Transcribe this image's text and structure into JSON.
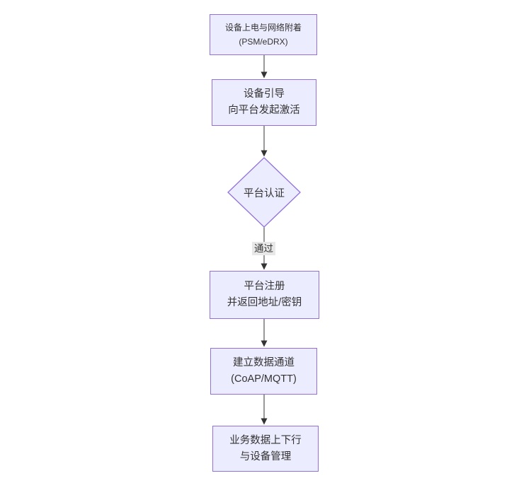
{
  "diagram": {
    "type": "flowchart",
    "direction": "top-down",
    "nodes": [
      {
        "id": "power-on",
        "shape": "rect",
        "lines": [
          "设备上电与网络附着",
          "(PSM/eDRX)"
        ]
      },
      {
        "id": "bootstrap",
        "shape": "rect",
        "lines": [
          "设备引导",
          "向平台发起激活"
        ]
      },
      {
        "id": "platform-auth",
        "shape": "diamond",
        "lines": [
          "平台认证"
        ]
      },
      {
        "id": "platform-register",
        "shape": "rect",
        "lines": [
          "平台注册",
          "并返回地址/密钥"
        ]
      },
      {
        "id": "data-channel",
        "shape": "rect",
        "lines": [
          "建立数据通道",
          "(CoAP/MQTT)"
        ]
      },
      {
        "id": "business-data",
        "shape": "rect",
        "lines": [
          "业务数据上下行",
          "与设备管理"
        ]
      }
    ],
    "edges": [
      {
        "from": "power-on",
        "to": "bootstrap",
        "label": ""
      },
      {
        "from": "bootstrap",
        "to": "platform-auth",
        "label": ""
      },
      {
        "from": "platform-auth",
        "to": "platform-register",
        "label": "通过"
      },
      {
        "from": "platform-register",
        "to": "data-channel",
        "label": ""
      },
      {
        "from": "data-channel",
        "to": "business-data",
        "label": ""
      }
    ],
    "colors": {
      "node_fill": "#ECECFF",
      "node_border": "#9370DB",
      "arrow": "#333333",
      "text": "#333333",
      "edge_label_bg": "#e8e8e8",
      "background": "#ffffff"
    }
  }
}
